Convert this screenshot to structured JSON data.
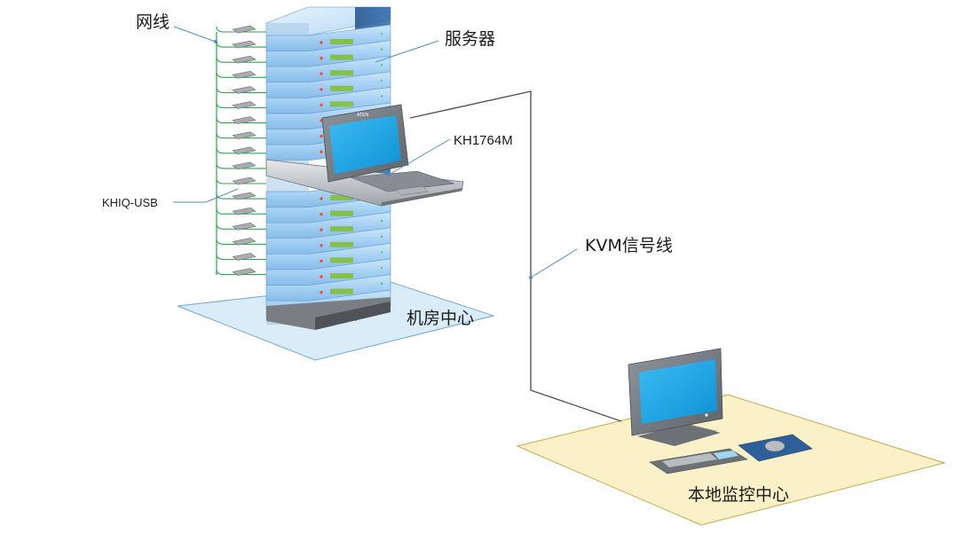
{
  "labels": {
    "network_cable": "网线",
    "server": "服务器",
    "kvm_model": "KH1764M",
    "dongle": "KHIQ-USB",
    "kvm_cable": "KVM信号线",
    "machine_room": "机房中心",
    "local_center": "本地监控中心"
  },
  "colors": {
    "rack_floor": "#d9ecf8",
    "local_floor": "#fbf1c8",
    "server_face": "#a9d3f5",
    "screen": "#22a8e8",
    "network_line": "#2aa84a",
    "leader_line": "#4a8fc8",
    "kvm_line": "#555555"
  }
}
